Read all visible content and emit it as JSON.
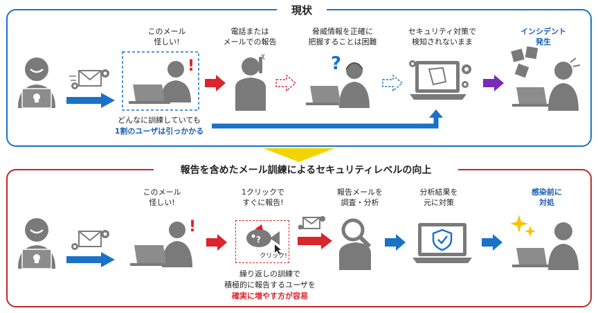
{
  "colors": {
    "top_border": "#1a72c7",
    "bottom_border": "#c0262c",
    "gray": "#7a7a7a",
    "blue_arrow": "#1a72c7",
    "red_arrow": "#d9252b",
    "purple_arrow": "#7b2ab8",
    "accent_blue": "#1a5fb4",
    "accent_red": "#d9252b",
    "down_arrow": "#f2d500",
    "question": "#1a72c7",
    "gold": "#f5c400"
  },
  "top": {
    "title": "現状",
    "steps": [
      {
        "line1": "",
        "line2": ""
      },
      {
        "line1": "このメール",
        "line2": "怪しい!"
      },
      {
        "line1": "電話または",
        "line2": "メールでの報告"
      },
      {
        "line1": "脅威情報を正確に",
        "line2": "把握することは困難"
      },
      {
        "line1": "セキュリティ対策で",
        "line2": "検知されないまま"
      },
      {
        "line1": "インシデント",
        "line2": "発生"
      }
    ],
    "note_line1": "どんなに訓練していても",
    "note_line2": "1割のユーザは引っかかる"
  },
  "bottom": {
    "title": "報告を含めたメール訓練によるセキュリティレベルの向上",
    "steps": [
      {
        "line1": "",
        "line2": ""
      },
      {
        "line1": "このメール",
        "line2": "怪しい!"
      },
      {
        "line1": "1クリックで",
        "line2": "すぐに報告!"
      },
      {
        "line1": "報告メールを",
        "line2": "調査・分析"
      },
      {
        "line1": "分析結果を",
        "line2": "元に対策"
      },
      {
        "line1": "感染前に",
        "line2": "対処"
      }
    ],
    "click_label": "クリック!",
    "note_line1": "繰り返しの訓練で",
    "note_line2": "積極的に報告するユーザを",
    "note_line3": "確実に増やす方が容易"
  }
}
